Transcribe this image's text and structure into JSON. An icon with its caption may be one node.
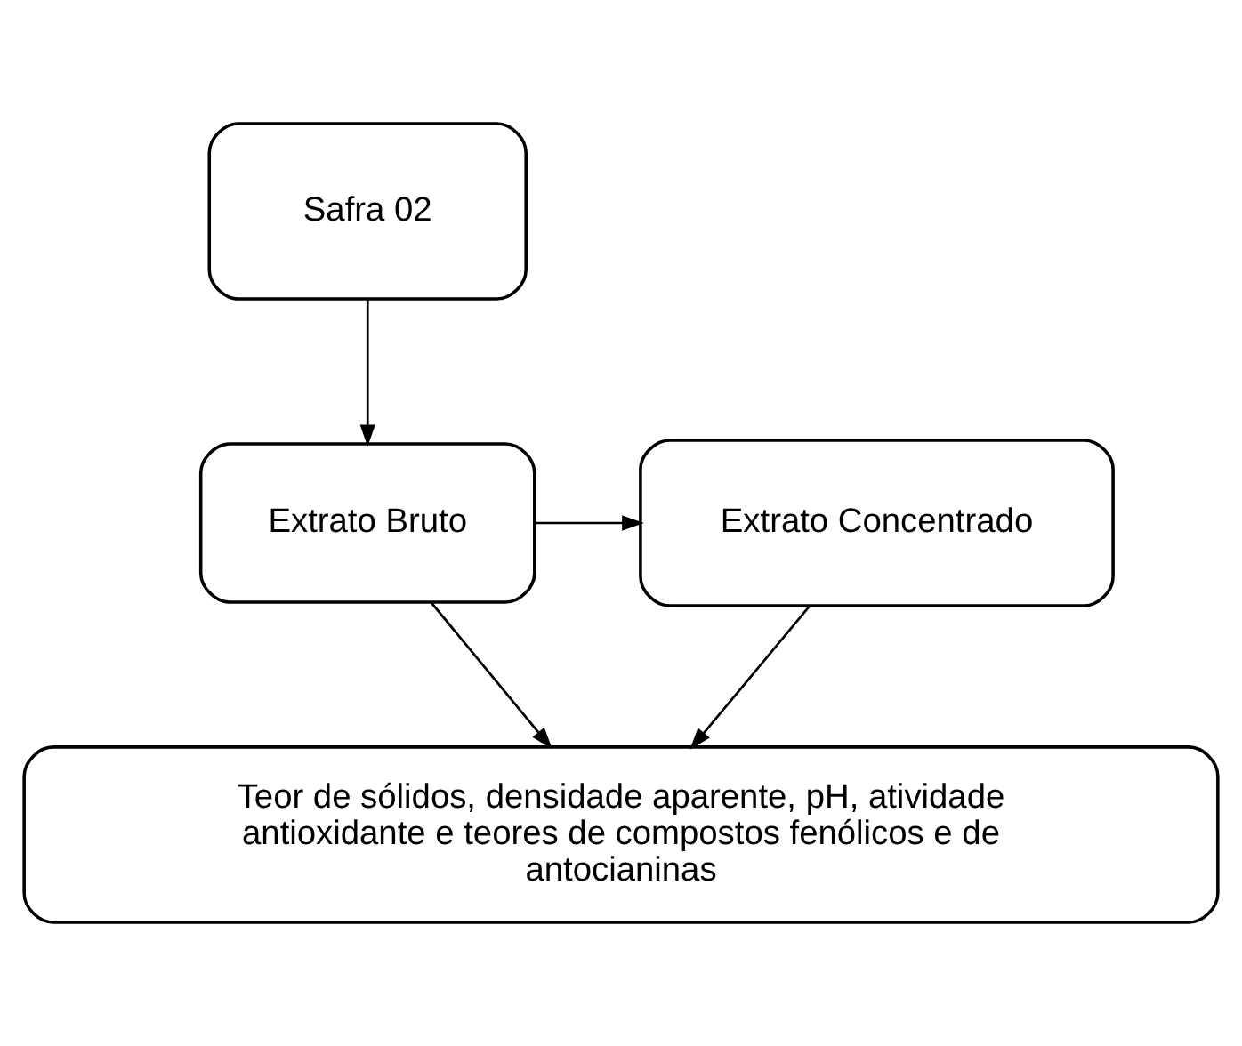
{
  "diagram": {
    "nodes": [
      {
        "text": [
          "Safra 02"
        ]
      },
      {
        "text": [
          "Extrato Bruto"
        ]
      },
      {
        "text": [
          "Extrato Concentrado"
        ]
      },
      {
        "text": [
          "Teor de sólidos, densidade aparente, pH, atividade antioxidante e teores de compostos fenólicos e de antocianinas"
        ]
      }
    ],
    "edges": [
      {
        "from": 0,
        "to": 1,
        "arrow": "to"
      },
      {
        "from": 1,
        "to": 2,
        "arrow": "to"
      },
      {
        "from": 1,
        "to": 3,
        "arrow": "to"
      },
      {
        "from": 2,
        "to": 3,
        "arrow": "to"
      }
    ]
  }
}
